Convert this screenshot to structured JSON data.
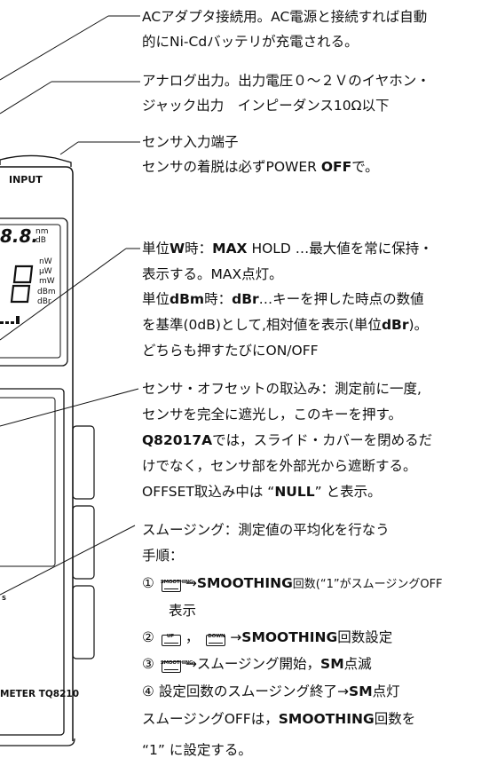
{
  "ann_ac": {
    "line1": "ACアダプタ接続用。AC電源と接続すれば自動",
    "line2": "的にNi-Cdバッテリが充電される。"
  },
  "ann_analog": {
    "line1": "アナログ出力。出力電圧０～２Ｖのイヤホン・",
    "line2": "ジャック出力　インピーダンス10Ω以下"
  },
  "ann_sensor": {
    "line1": "センサ入力端子",
    "line2_pre": "センサの着脱は必ずPOWER ",
    "line2_bold": "OFF",
    "line2_post": "で。"
  },
  "ann_max": {
    "l1_a": "単位",
    "l1_b": "W",
    "l1_c": "時：",
    "l1_d": "MAX",
    "l1_e": " HOLD …最大値を常に保持・",
    "l2": "表示する。MAX点灯。",
    "l3_a": "単位",
    "l3_b": "dBm",
    "l3_c": "時：",
    "l3_d": "dBr",
    "l3_e": "…キーを押した時点の数値",
    "l4_a": "を基準(0dB)として,相対値を表示(単位",
    "l4_b": "dBr",
    "l4_c": ")。",
    "l5": "どちらも押すたびにON/OFF"
  },
  "ann_offset": {
    "l1": "センサ・オフセットの取込み：測定前に一度,",
    "l2": "センサを完全に遮光し，このキーを押す。",
    "l3_a": "Q82017A",
    "l3_b": "では，スライド・カバーを閉めるだ",
    "l4": "けでなく，センサ部を外部光から遮断する。",
    "l5_a": "OFFSET取込み中は “",
    "l5_b": "NULL",
    "l5_c": "” と表示。"
  },
  "ann_smooth": {
    "l1": "スムージング：測定値の平均化を行なう",
    "l2": "手順：",
    "s1_num": "①",
    "s1_btn": "SMOOTHING",
    "s1_a": "→",
    "s1_b": "SMOOTHING",
    "s1_c": "回数(“1”がスムージングOFF",
    "s1_d": "表示",
    "s2_num": "②",
    "s2_btn1": "UP",
    "s2_sep": "，",
    "s2_btn2": "DOWN",
    "s2_a": "→",
    "s2_b": "SMOOTHING",
    "s2_c": "回数設定",
    "s3_num": "③",
    "s3_btn": "SMOOTHING",
    "s3_a": "→スムージング開始，",
    "s3_b": "SM",
    "s3_c": "点滅",
    "s4_num": "④",
    "s4_a": "設定回数のスムージング終了→",
    "s4_b": "SM",
    "s4_c": "点灯",
    "l_off1_a": "スムージングOFFは，",
    "l_off1_b": "SMOOTHING",
    "l_off1_c": "回数を",
    "l_off2": "“1” に設定する。"
  },
  "device": {
    "input_label": "INPUT",
    "lcd_digits_top": "8.8.",
    "lcd_digit_big": "8",
    "unit_nm": "nm",
    "unit_db": "dB",
    "unit_nw": "nW",
    "unit_uw": "μW",
    "unit_mw": "mW",
    "unit_dbm": "dBm",
    "unit_dbr": "dBr",
    "bar": "oool",
    "side_s": "S",
    "model": "METER TQ8210"
  }
}
